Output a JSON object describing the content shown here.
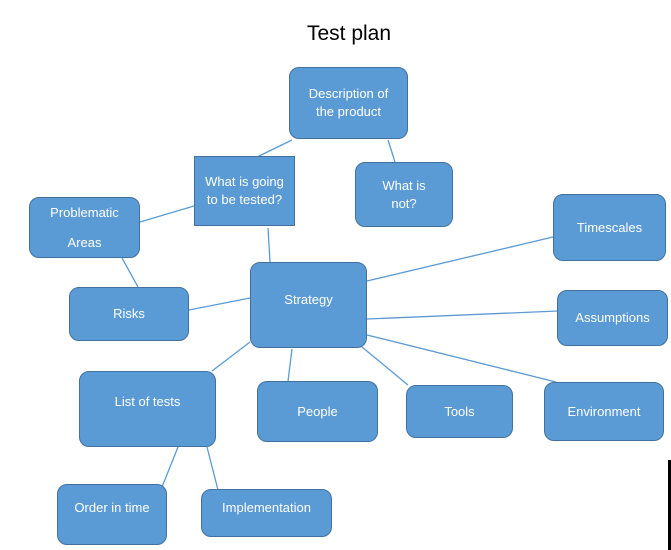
{
  "title": "Test plan",
  "colors": {
    "node_fill": "#5b9bd5",
    "node_border": "#41719c",
    "connector": "#5b9bd5",
    "text": "#ffffff"
  },
  "nodes": {
    "description": "Description of the product",
    "what_tested": "What is going to be tested?",
    "what_not": "What is not?",
    "problematic_areas": "Problematic Areas",
    "risks": "Risks",
    "strategy": "Strategy",
    "timescales": "Timescales",
    "assumptions": "Assumptions",
    "list_of_tests": "List of tests",
    "people": "People",
    "tools": "Tools",
    "environment": "Environment",
    "order_in_time": "Order in time",
    "implementation": "Implementation"
  }
}
